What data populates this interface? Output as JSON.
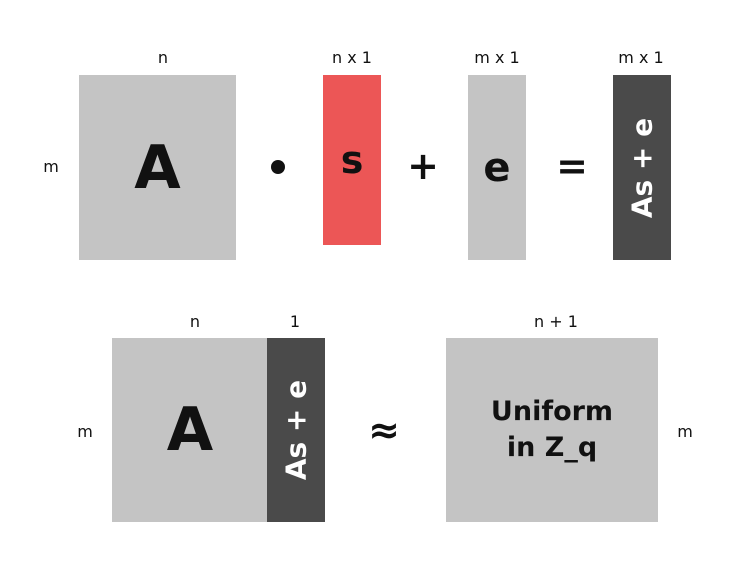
{
  "colors": {
    "light_gray": "#c4c4c4",
    "dark_gray": "#4a4a4a",
    "red": "#ec5656"
  },
  "top": {
    "matrix_a": {
      "label": "A",
      "dim_top": "n",
      "dim_side": "m"
    },
    "vector_s": {
      "label": "s",
      "dim_top": "n x 1"
    },
    "vector_e": {
      "label": "e",
      "dim_top": "m x 1"
    },
    "result": {
      "label": "As + e",
      "dim_top": "m x 1"
    },
    "op_plus": "+",
    "op_equals": "="
  },
  "bottom": {
    "matrix_a": {
      "label": "A",
      "dim_top": "n",
      "dim_side": "m"
    },
    "column": {
      "label": "As + e",
      "dim_top": "1"
    },
    "op_approx": "≈",
    "uniform": {
      "line1": "Uniform",
      "line2": "in Z_q",
      "dim_top": "n + 1",
      "dim_side": "m"
    }
  }
}
